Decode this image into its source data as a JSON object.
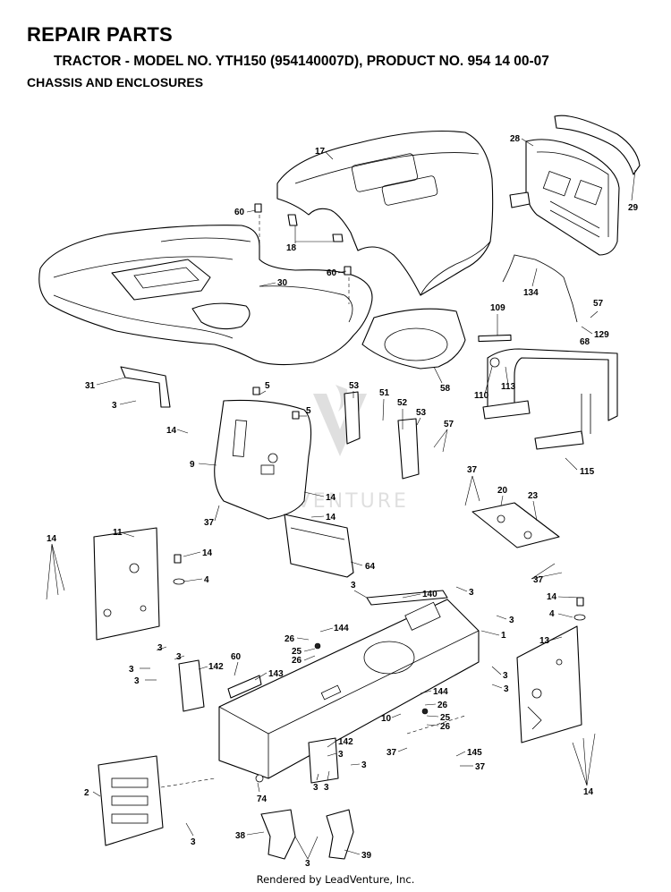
{
  "header": {
    "title": "REPAIR PARTS",
    "subtitle": "TRACTOR - MODEL NO. YTH150 (954140007D), PRODUCT NO. 954 14 00-07",
    "section": "CHASSIS AND ENCLOSURES"
  },
  "watermark": {
    "text": "LEADVENTURE"
  },
  "footer": {
    "text": "Rendered by LeadVenture, Inc."
  },
  "callouts": [
    {
      "id": "c17",
      "label": "17"
    },
    {
      "id": "c28",
      "label": "28"
    },
    {
      "id": "c29",
      "label": "29"
    },
    {
      "id": "c60a",
      "label": "60"
    },
    {
      "id": "c18",
      "label": "18"
    },
    {
      "id": "c60b",
      "label": "60"
    },
    {
      "id": "c30",
      "label": "30"
    },
    {
      "id": "c134",
      "label": "134"
    },
    {
      "id": "c57a",
      "label": "57"
    },
    {
      "id": "c109",
      "label": "109"
    },
    {
      "id": "c129",
      "label": "129"
    },
    {
      "id": "c68",
      "label": "68"
    },
    {
      "id": "c31",
      "label": "31"
    },
    {
      "id": "c3a",
      "label": "3"
    },
    {
      "id": "c5a",
      "label": "5"
    },
    {
      "id": "c5b",
      "label": "5"
    },
    {
      "id": "c53a",
      "label": "53"
    },
    {
      "id": "c51",
      "label": "51"
    },
    {
      "id": "c52",
      "label": "52"
    },
    {
      "id": "c53b",
      "label": "53"
    },
    {
      "id": "c58",
      "label": "58"
    },
    {
      "id": "c110",
      "label": "110"
    },
    {
      "id": "c113",
      "label": "113"
    },
    {
      "id": "c14a",
      "label": "14"
    },
    {
      "id": "c57b",
      "label": "57"
    },
    {
      "id": "c9",
      "label": "9"
    },
    {
      "id": "c115",
      "label": "115"
    },
    {
      "id": "c14b",
      "label": "14"
    },
    {
      "id": "c37a",
      "label": "37"
    },
    {
      "id": "c14c",
      "label": "14"
    },
    {
      "id": "c37b",
      "label": "37"
    },
    {
      "id": "c20",
      "label": "20"
    },
    {
      "id": "c23",
      "label": "23"
    },
    {
      "id": "c14d",
      "label": "14"
    },
    {
      "id": "c11",
      "label": "11"
    },
    {
      "id": "c14e",
      "label": "14"
    },
    {
      "id": "c4a",
      "label": "4"
    },
    {
      "id": "c64",
      "label": "64"
    },
    {
      "id": "c37c",
      "label": "37"
    },
    {
      "id": "c3b",
      "label": "3"
    },
    {
      "id": "c140",
      "label": "140"
    },
    {
      "id": "c3c",
      "label": "3"
    },
    {
      "id": "c14f",
      "label": "14"
    },
    {
      "id": "c4b",
      "label": "4"
    },
    {
      "id": "c3d",
      "label": "3"
    },
    {
      "id": "c144a",
      "label": "144"
    },
    {
      "id": "c1",
      "label": "1"
    },
    {
      "id": "c26a",
      "label": "26"
    },
    {
      "id": "c13",
      "label": "13"
    },
    {
      "id": "c25a",
      "label": "25"
    },
    {
      "id": "c26b",
      "label": "26"
    },
    {
      "id": "c3e",
      "label": "3"
    },
    {
      "id": "c3f",
      "label": "3"
    },
    {
      "id": "c142a",
      "label": "142"
    },
    {
      "id": "c60c",
      "label": "60"
    },
    {
      "id": "c3g",
      "label": "3"
    },
    {
      "id": "c3h",
      "label": "3"
    },
    {
      "id": "c143",
      "label": "143"
    },
    {
      "id": "c3i",
      "label": "3"
    },
    {
      "id": "c3j",
      "label": "3"
    },
    {
      "id": "c144b",
      "label": "144"
    },
    {
      "id": "c10",
      "label": "10"
    },
    {
      "id": "c26c",
      "label": "26"
    },
    {
      "id": "c25b",
      "label": "25"
    },
    {
      "id": "c26d",
      "label": "26"
    },
    {
      "id": "c142b",
      "label": "142"
    },
    {
      "id": "c37d",
      "label": "37"
    },
    {
      "id": "c145",
      "label": "145"
    },
    {
      "id": "c3k",
      "label": "3"
    },
    {
      "id": "c3l",
      "label": "3"
    },
    {
      "id": "c37e",
      "label": "37"
    },
    {
      "id": "c2",
      "label": "2"
    },
    {
      "id": "c3m",
      "label": "3"
    },
    {
      "id": "c3n",
      "label": "3"
    },
    {
      "id": "c74",
      "label": "74"
    },
    {
      "id": "c14g",
      "label": "14"
    },
    {
      "id": "c38",
      "label": "38"
    },
    {
      "id": "c39",
      "label": "39"
    },
    {
      "id": "c3o",
      "label": "3"
    },
    {
      "id": "c3p",
      "label": "3"
    }
  ]
}
